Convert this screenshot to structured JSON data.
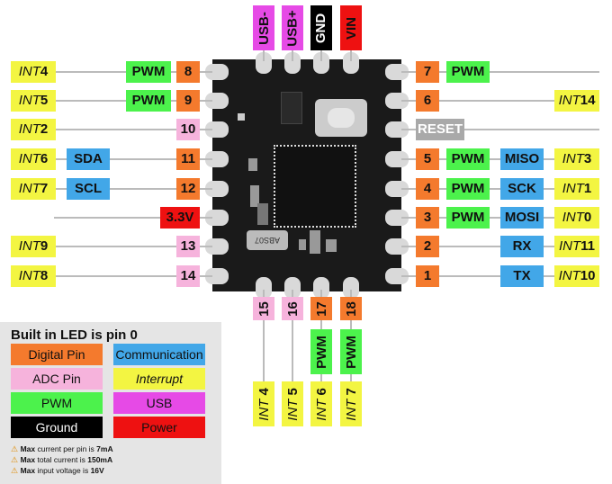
{
  "top_pins": [
    {
      "label": "USB-",
      "type": "usb"
    },
    {
      "label": "USB+",
      "type": "usb"
    },
    {
      "label": "GND",
      "type": "gnd"
    },
    {
      "label": "VIN",
      "type": "pwr"
    }
  ],
  "left_rows": [
    {
      "int": "4",
      "func": "PWM",
      "func_type": "pwm",
      "pin": "8",
      "pin_type": "dig"
    },
    {
      "int": "5",
      "func": "PWM",
      "func_type": "pwm",
      "pin": "9",
      "pin_type": "dig"
    },
    {
      "int": "2",
      "func": "",
      "func_type": "",
      "pin": "10",
      "pin_type": "adc"
    },
    {
      "int": "6",
      "func": "SDA",
      "func_type": "com",
      "pin": "11",
      "pin_type": "dig"
    },
    {
      "int": "7",
      "func": "SCL",
      "func_type": "com",
      "pin": "12",
      "pin_type": "dig"
    },
    {
      "int": "",
      "func": "",
      "func_type": "",
      "pin": "3.3V",
      "pin_type": "pwr"
    },
    {
      "int": "9",
      "func": "",
      "func_type": "",
      "pin": "13",
      "pin_type": "adc"
    },
    {
      "int": "8",
      "func": "",
      "func_type": "",
      "pin": "14",
      "pin_type": "adc"
    }
  ],
  "right_rows": [
    {
      "pin": "7",
      "pin_type": "dig",
      "func": "PWM",
      "com": "",
      "int": ""
    },
    {
      "pin": "6",
      "pin_type": "dig",
      "func": "",
      "com": "",
      "int": "14"
    },
    {
      "pin": "RESET",
      "pin_type": "gray",
      "func": "",
      "com": "",
      "int": ""
    },
    {
      "pin": "5",
      "pin_type": "dig",
      "func": "PWM",
      "com": "MISO",
      "int": "3"
    },
    {
      "pin": "4",
      "pin_type": "dig",
      "func": "PWM",
      "com": "SCK",
      "int": "1"
    },
    {
      "pin": "3",
      "pin_type": "dig",
      "func": "PWM",
      "com": "MOSI",
      "int": "0"
    },
    {
      "pin": "2",
      "pin_type": "dig",
      "func": "",
      "com": "RX",
      "int": "11"
    },
    {
      "pin": "1",
      "pin_type": "dig",
      "func": "",
      "com": "TX",
      "int": "10"
    }
  ],
  "bottom_pins": [
    {
      "pin": "15",
      "pin_type": "adc",
      "func": "",
      "int": "4"
    },
    {
      "pin": "16",
      "pin_type": "adc",
      "func": "",
      "int": "5"
    },
    {
      "pin": "17",
      "pin_type": "dig",
      "func": "PWM",
      "int": "6"
    },
    {
      "pin": "18",
      "pin_type": "dig",
      "func": "PWM",
      "int": "7"
    }
  ],
  "int_prefix": "INT",
  "chip_marking": "ABS07",
  "legend": {
    "title": "Built in LED is pin 0",
    "items": [
      {
        "label": "Digital Pin",
        "type": "dig"
      },
      {
        "label": "Communication",
        "type": "com"
      },
      {
        "label": "ADC Pin",
        "type": "adc"
      },
      {
        "label": "Interrupt",
        "type": "int"
      },
      {
        "label": "PWM",
        "type": "pwm"
      },
      {
        "label": "USB",
        "type": "usb"
      },
      {
        "label": "Ground",
        "type": "gnd"
      },
      {
        "label": "Power",
        "type": "pwr"
      }
    ],
    "notes": [
      {
        "pre": "Max",
        "mid": " current per pin is ",
        "val": "7mA"
      },
      {
        "pre": "Max",
        "mid": " total current is ",
        "val": "150mA"
      },
      {
        "pre": "Max",
        "mid": " input voltage is ",
        "val": "16V"
      }
    ]
  },
  "colors": {
    "dig": "#f47a2d",
    "adc": "#f6b3dc",
    "com": "#42a7e8",
    "int": "#f3f542",
    "pwm": "#4cf24c",
    "usb": "#e64ae6",
    "gnd": "#000000",
    "pwr": "#ee1111",
    "gray": "#a9a9a9"
  }
}
